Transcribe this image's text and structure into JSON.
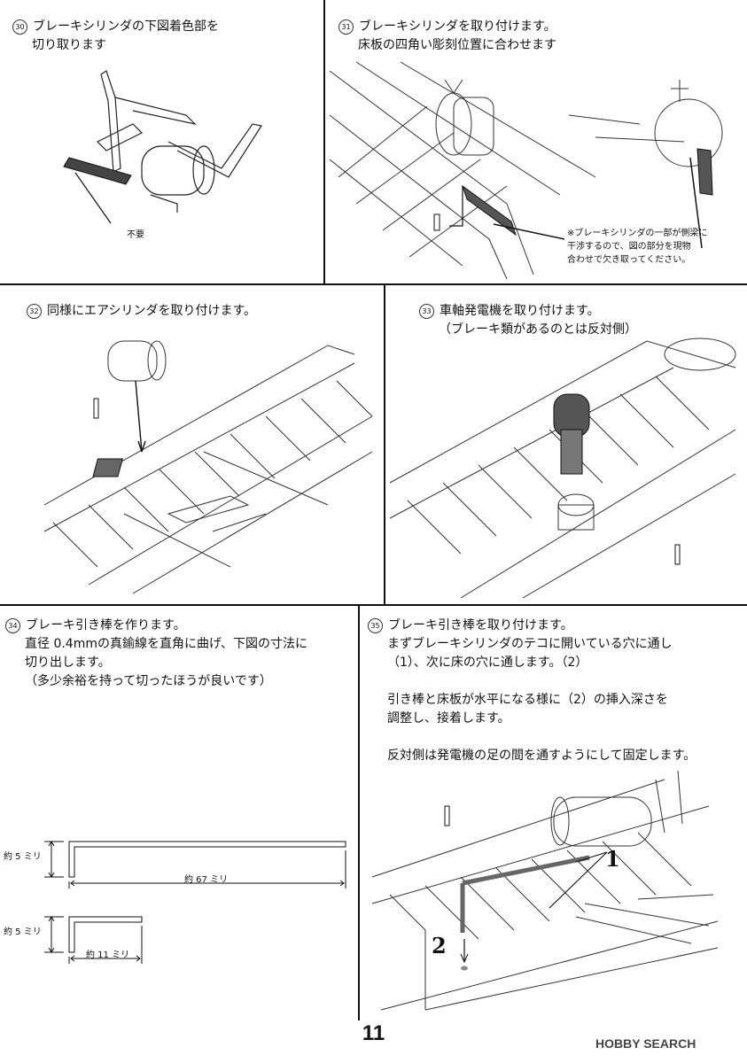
{
  "steps": {
    "s30": {
      "num": "30",
      "lines": [
        "ブレーキシリンダの下図着色部を",
        "切り取ります"
      ],
      "label": "不要"
    },
    "s31": {
      "num": "31",
      "lines": [
        "ブレーキシリンダを取り付けます。",
        "床板の四角い彫刻位置に合わせます"
      ],
      "note": [
        "※ブレーキシリンダの一部が側梁に",
        "干渉するので、図の部分を現物",
        "合わせで欠き取ってください。"
      ]
    },
    "s32": {
      "num": "32",
      "lines": [
        "同様にエアシリンダを取り付けます。"
      ]
    },
    "s33": {
      "num": "33",
      "lines": [
        "車軸発電機を取り付けます。",
        "（ブレーキ類があるのとは反対側）"
      ]
    },
    "s34": {
      "num": "34",
      "lines": [
        "ブレーキ引き棒を作ります。",
        "直径 0.4mmの真鍮線を直角に曲げ、下図の寸法に",
        "切り出します。",
        "（多少余裕を持って切ったほうが良いです）"
      ],
      "dims": {
        "height1": "約 5 ミリ",
        "length1": "約 67 ミリ",
        "height2": "約 5 ミリ",
        "length2": "約 11 ミリ"
      }
    },
    "s35": {
      "num": "35",
      "lines": [
        "ブレーキ引き棒を取り付けます。",
        "まずブレーキシリンダのテコに開いている穴に通し",
        "（1）、次に床の穴に通します。（2）",
        "",
        "引き棒と床板が水平になる様に（2）の挿入深さを",
        "調整し、接着します。",
        "",
        "反対側は発電機の足の間を通すようにして固定します。"
      ],
      "callout1": "1",
      "callout2": "2"
    }
  },
  "page_number": "11",
  "brand": "HOBBY SEARCH"
}
